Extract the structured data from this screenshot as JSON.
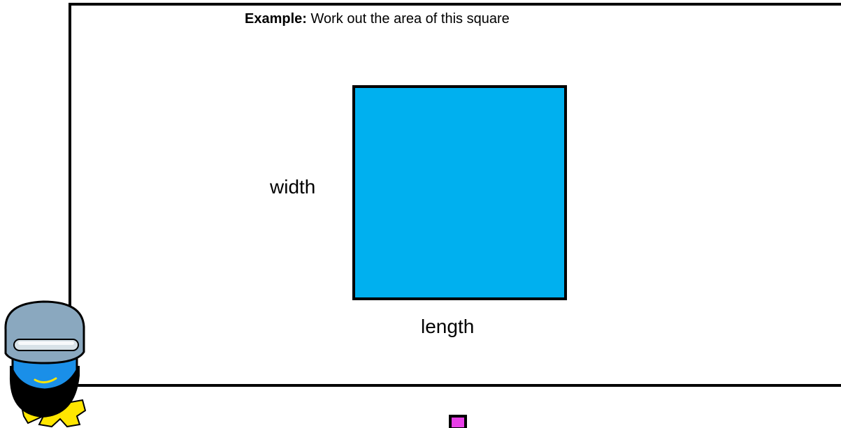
{
  "example": {
    "label": "Example:",
    "instruction": " Work out the area of this square"
  },
  "shape": {
    "type": "square",
    "fill_color": "#00b0ef",
    "side_label_vertical": "width",
    "side_label_horizontal": "length"
  },
  "colors": {
    "frame_border": "#000000",
    "marker_fill": "#e83fe8"
  },
  "mascot": {
    "icon": "robot-character-icon"
  }
}
